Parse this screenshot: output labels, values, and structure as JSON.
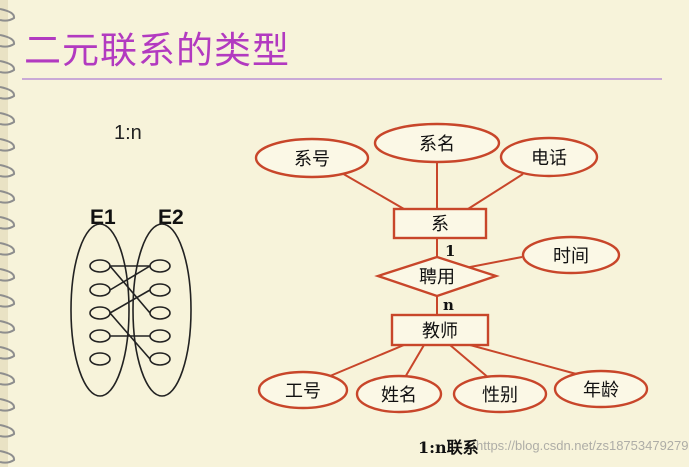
{
  "slide": {
    "title": "二元联系的类型",
    "title_color": "#b23ac0"
  },
  "mapping_figure": {
    "ratio_label": "1:n",
    "set_labels": [
      "E1",
      "E2"
    ]
  },
  "er_diagram": {
    "entities": [
      {
        "id": "dept",
        "label": "系"
      },
      {
        "id": "teacher",
        "label": "教师"
      }
    ],
    "relationship": {
      "id": "hire",
      "label": "聘用"
    },
    "attributes": [
      {
        "id": "dept_no",
        "label": "系号"
      },
      {
        "id": "dept_name",
        "label": "系名"
      },
      {
        "id": "phone",
        "label": "电话"
      },
      {
        "id": "time",
        "label": "时间"
      },
      {
        "id": "emp_no",
        "label": "工号"
      },
      {
        "id": "name",
        "label": "姓名"
      },
      {
        "id": "gender",
        "label": "性别"
      },
      {
        "id": "age",
        "label": "年龄"
      }
    ],
    "cardinalities": {
      "one": "1",
      "many": "n"
    },
    "caption": "1:n联系",
    "stroke_color": "#c8462a"
  },
  "watermark": "https://blog.csdn.net/zs18753479279"
}
